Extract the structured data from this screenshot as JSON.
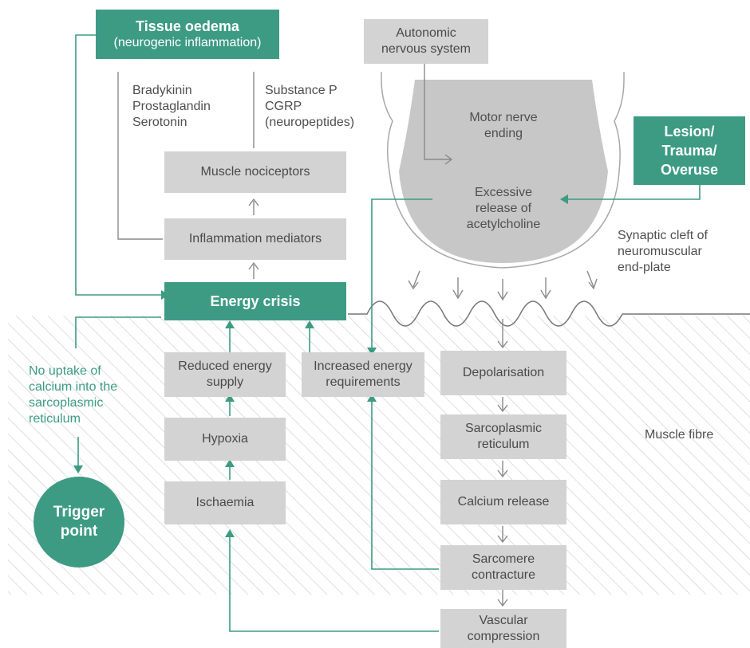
{
  "colors": {
    "teal": "#3d9b84",
    "gray_box": "#d3d3d3",
    "text": "#4a4a4a",
    "line": "#888888"
  },
  "nodes": {
    "tissue_oedema": {
      "title": "Tissue oedema",
      "subtitle": "(neurogenic inflammation)"
    },
    "autonomic": [
      "Autonomic",
      "nervous system"
    ],
    "muscle_nociceptors": "Muscle nociceptors",
    "inflammation_mediators": "Inflammation mediators",
    "energy_crisis": "Energy crisis",
    "reduced_energy": [
      "Reduced energy",
      "supply"
    ],
    "increased_energy": [
      "Increased energy",
      "requirements"
    ],
    "hypoxia": "Hypoxia",
    "ischaemia": "Ischaemia",
    "depolarisation": "Depolarisation",
    "sarcoplasmic_reticulum": [
      "Sarcoplasmic",
      "reticulum"
    ],
    "calcium_release": "Calcium release",
    "sarcomere_contracture": [
      "Sarcomere",
      "contracture"
    ],
    "vascular_compression": [
      "Vascular",
      "compression"
    ],
    "lesion": [
      "Lesion/",
      "Trauma/",
      "Overuse"
    ],
    "trigger_point": [
      "Trigger",
      "point"
    ]
  },
  "labels": {
    "mediators_left": [
      "Bradykinin",
      "Prostaglandin",
      "Serotonin"
    ],
    "neuropeptides": [
      "Substance P",
      "CGRP",
      "(neuropeptides)"
    ],
    "motor_nerve": [
      "Motor nerve",
      "ending"
    ],
    "excessive_release": [
      "Excessive",
      "release of",
      "acetylcholine"
    ],
    "synaptic_cleft": [
      "Synaptic cleft of",
      "neuromuscular",
      "end-plate"
    ],
    "no_uptake": [
      "No uptake of",
      "calcium into the",
      "sarcoplasmic",
      "reticulum"
    ],
    "muscle_fibre": "Muscle fibre"
  }
}
